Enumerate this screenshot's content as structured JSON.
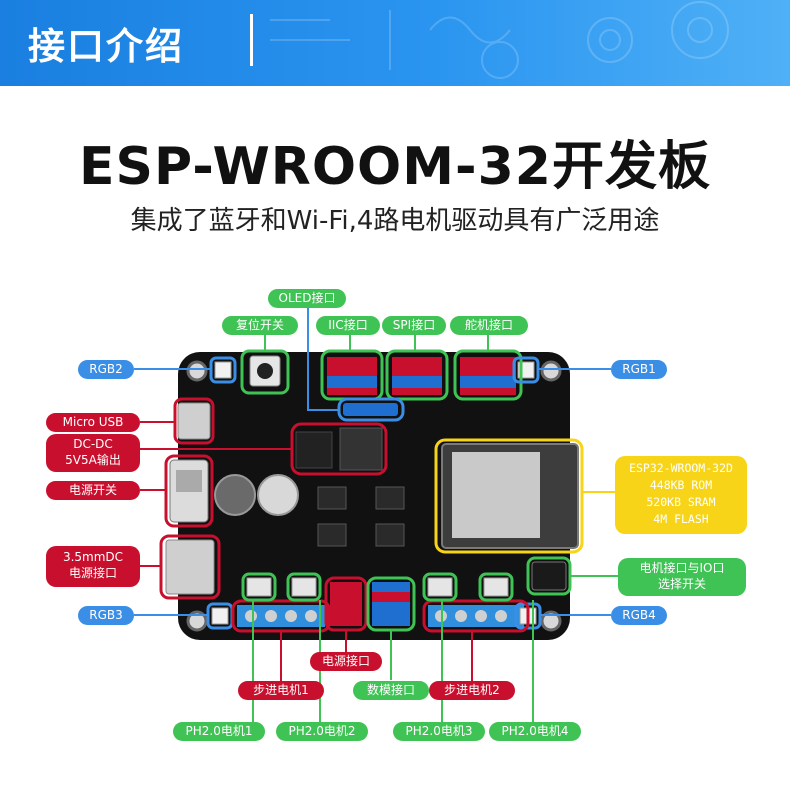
{
  "header": {
    "title": "接口介绍"
  },
  "headline": "ESP-WROOM-32开发板",
  "subhead": "集成了蓝牙和Wi-Fi,4路电机驱动具有广泛用途",
  "labels": {
    "oled": "OLED接口",
    "reset": "复位开关",
    "iic": "IIC接口",
    "spi": "SPI接口",
    "servo": "舵机接口",
    "rgb1": "RGB1",
    "rgb2": "RGB2",
    "rgb3": "RGB3",
    "rgb4": "RGB4",
    "micro_usb": "Micro USB",
    "dcdc_line1": "DC-DC",
    "dcdc_line2": "5V5A输出",
    "power_switch": "电源开关",
    "dc_jack_line1": "3.5mmDC",
    "dc_jack_line2": "电源接口",
    "motor_io_line1": "电机接口与IO口",
    "motor_io_line2": "选择开关",
    "power_port": "电源接口",
    "digital_port": "数模接口",
    "stepper1": "步进电机1",
    "stepper2": "步进电机2",
    "ph_motor1": "PH2.0电机1",
    "ph_motor2": "PH2.0电机2",
    "ph_motor3": "PH2.0电机3",
    "ph_motor4": "PH2.0电机4"
  },
  "module_spec": {
    "line1": "ESP32-WROOM-32D",
    "line2": "448KB ROM",
    "line3": "520KB SRAM",
    "line4": "4M FLASH"
  },
  "colors": {
    "green": "#40c355",
    "blue": "#3a8ee6",
    "red": "#c8102e",
    "yellow": "#f7d417",
    "banner": "#2a8eea"
  }
}
